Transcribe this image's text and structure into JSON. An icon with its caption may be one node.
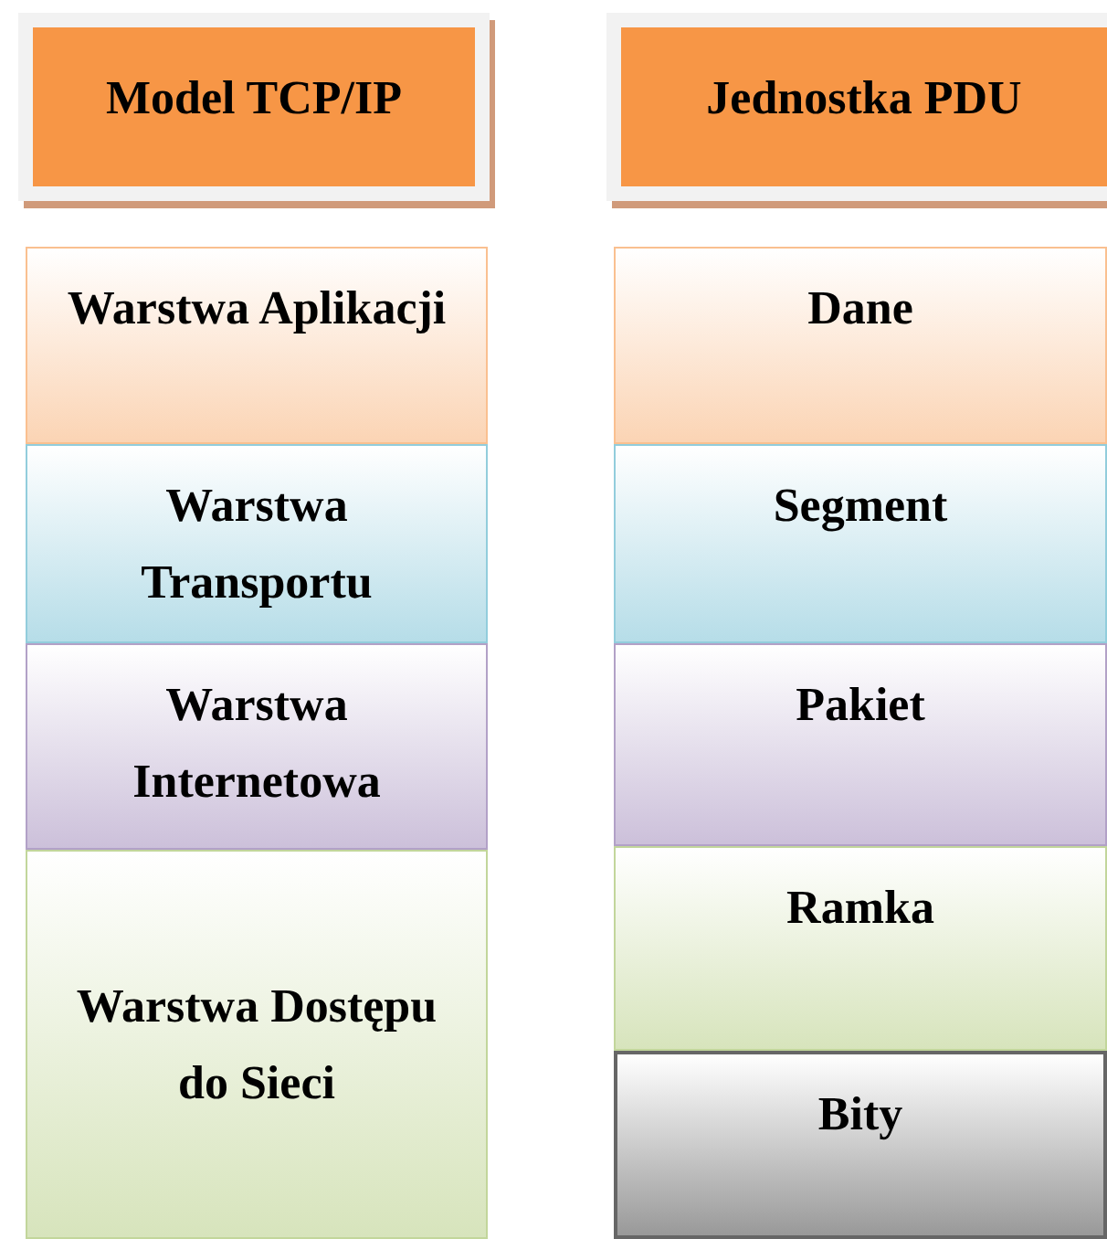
{
  "diagram": {
    "nodes": [
      {
        "text": [
          "Model TCP/IP"
        ]
      },
      {
        "text": [
          "Jednostka PDU"
        ]
      },
      {
        "text": [
          "Warstwa Aplikacji"
        ]
      },
      {
        "text": [
          "Dane"
        ]
      },
      {
        "text": [
          "Warstwa Transportu"
        ]
      },
      {
        "text": [
          "Segment"
        ]
      },
      {
        "text": [
          "Warstwa Internetowa"
        ]
      },
      {
        "text": [
          "Pakiet"
        ]
      },
      {
        "text": [
          "Warstwa Dostępu do Sieci"
        ]
      },
      {
        "text": [
          "Ramka"
        ]
      },
      {
        "text": [
          "Bity"
        ]
      }
    ]
  }
}
